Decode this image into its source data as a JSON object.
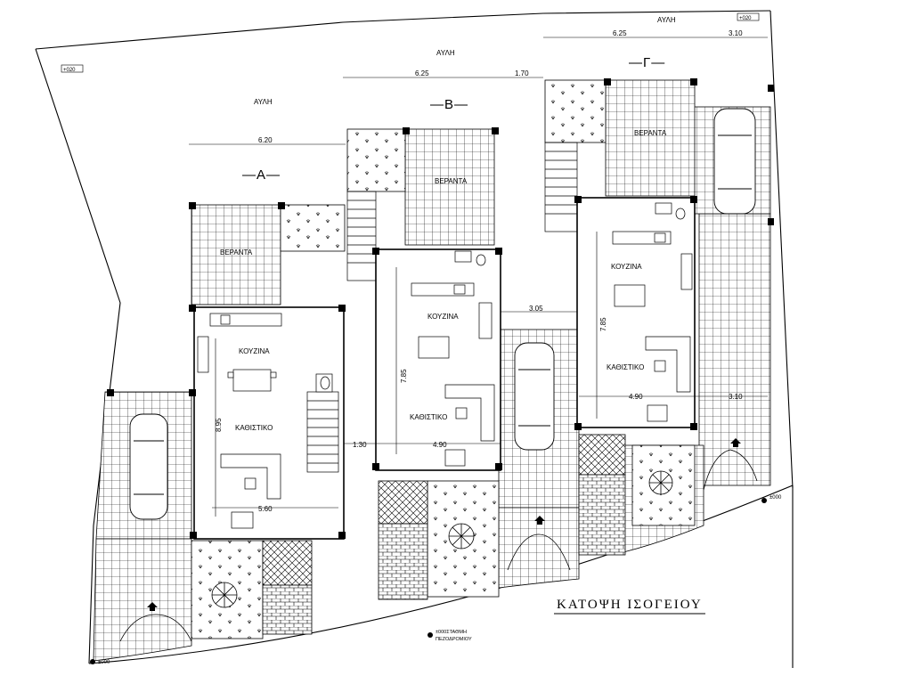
{
  "title": "ΚΑΤΟΨΗ ΙΣΟΓΕΙΟΥ",
  "units": [
    {
      "id": "A",
      "unit_label": "—Α—",
      "yard": "ΑΥΛΗ",
      "veranda": "ΒΕΡΑΝΤΑ",
      "kitchen": "ΚΟΥΖΙΝΑ",
      "living": "ΚΑΘΙΣΤΙΚΟ",
      "width_dim": "6.20",
      "inner_width": "5.60",
      "depth": "8.95"
    },
    {
      "id": "B",
      "unit_label": "—Β—",
      "yard": "ΑΥΛΗ",
      "veranda": "ΒΕΡΑΝΤΑ",
      "kitchen": "ΚΟΥΖΙΝΑ",
      "living": "ΚΑΘΙΣΤΙΚΟ",
      "width_dim": "6.25",
      "side_dim": "1.70",
      "inner_width": "4.90",
      "depth": "7.85",
      "gap_dim": "1.30"
    },
    {
      "id": "G",
      "unit_label": "—Γ—",
      "yard": "ΑΥΛΗ",
      "veranda": "ΒΕΡΑΝΤΑ",
      "kitchen": "ΚΟΥΖΙΝΑ",
      "living": "ΚΑΘΙΣΤΙΚΟ",
      "width_dim": "6.25",
      "side_dim": "3.10",
      "inner_width": "4.90",
      "side_dim_2": "3.10",
      "depth": "7.85",
      "gap_dim": "3.05"
    }
  ],
  "elevations": {
    "top_left": "+020",
    "top_right": "+020",
    "right": "±000",
    "bottom_left": "±000",
    "bench_line_1": "±000ΣΤΑΘΜΗ",
    "bench_line_2": "ΠΕΖΟΔΡΟΜΙΟΥ"
  }
}
